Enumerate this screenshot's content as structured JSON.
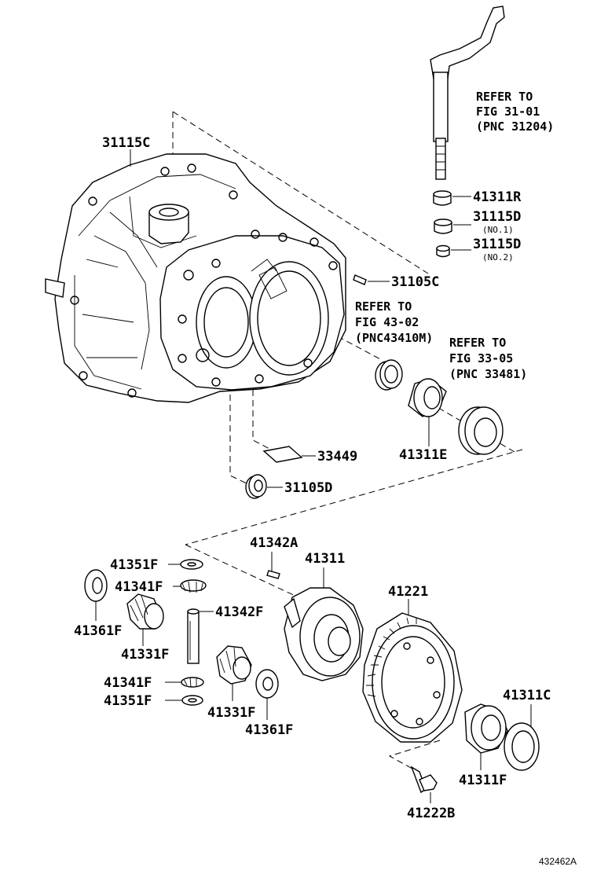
{
  "labels": {
    "p31115C": "31115C",
    "p41311R": "41311R",
    "p31115D_1": "31115D",
    "p31115D_1_sub": "(NO.1)",
    "p31115D_2": "31115D",
    "p31115D_2_sub": "(NO.2)",
    "p31105C": "31105C",
    "p33449": "33449",
    "p31105D": "31105D",
    "p41311E": "41311E",
    "p41342A": "41342A",
    "p41311": "41311",
    "p41221": "41221",
    "p41351F_top": "41351F",
    "p41341F_top": "41341F",
    "p41361F_left": "41361F",
    "p41342F": "41342F",
    "p41331F_left": "41331F",
    "p41341F_bot": "41341F",
    "p41351F_bot": "41351F",
    "p41331F_bot": "41331F",
    "p41361F_bot": "41361F",
    "p41311C": "41311C",
    "p41311F": "41311F",
    "p41222B": "41222B"
  },
  "refs": {
    "ref1": [
      "REFER TO",
      "FIG 31-01",
      "(PNC 31204)"
    ],
    "ref2": [
      "REFER TO",
      "FIG 43-02",
      "(PNC43410M)"
    ],
    "ref3": [
      "REFER TO",
      "FIG 33-05",
      "(PNC 33481)"
    ]
  },
  "figure_id": "432462A"
}
